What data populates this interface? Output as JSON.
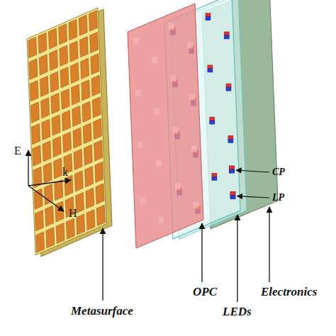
{
  "diagram": {
    "labels": [
      "E",
      "k",
      "H",
      "CP",
      "LP",
      "Metasurface",
      "OPC",
      "LEDs",
      "Electronics"
    ]
  }
}
